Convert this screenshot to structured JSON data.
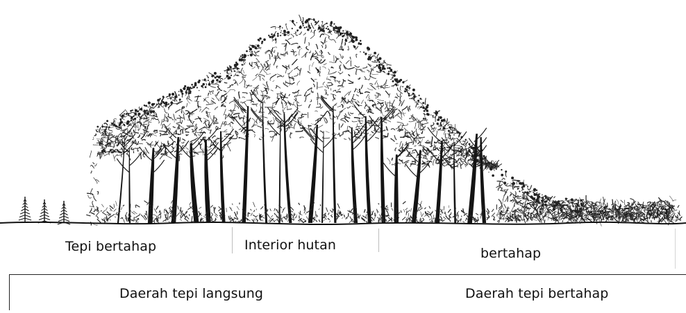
{
  "labels": {
    "top_left": "Tepi bertahap",
    "top_middle": "Interior hutan",
    "top_right": "bertahap",
    "bottom_left": "Daerah tepi langsung",
    "bottom_right": "Daerah tepi bertahap"
  },
  "colors": {
    "ink": "#111111",
    "background": "#ffffff"
  },
  "illustration": {
    "icon": "forest-profile-sketch"
  }
}
